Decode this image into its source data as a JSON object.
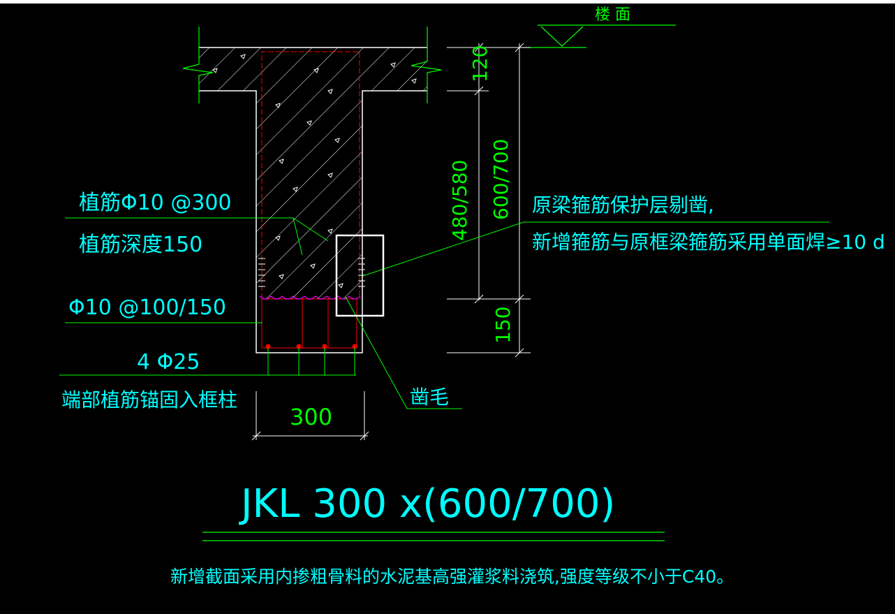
{
  "drawing": {
    "floor_label": "楼 面",
    "label_rebar_plant": "植筋Φ10 @300",
    "label_plant_depth": "植筋深度150",
    "label_stirrup": "Φ10 @100/150",
    "label_main_bar": "4 Φ25",
    "label_end_anchor": "端部植筋锚固入框柱",
    "label_roughen": "凿毛",
    "note_line1": "原梁箍筋保护层剔凿,",
    "note_line2": "新增箍筋与原框梁箍筋采用单面焊≥10 d",
    "dim_slab": "120",
    "dim_beam_total": "600/700",
    "dim_beam_web": "480/580",
    "dim_bottom": "150",
    "dim_width": "300",
    "section_title": "JKL 300 x(600/700)",
    "footnote": "新增截面采用内掺粗骨料的水泥基高强灌浆料浇筑,强度等级不小于C40。"
  },
  "colors": {
    "background": "#000000",
    "outline": "#ffffff",
    "hatch": "#ffffff",
    "leader": "#00ff00",
    "text_cyan": "#00ffff",
    "text_green": "#00ff00",
    "rebar": "#ff0000",
    "roughen": "#ff00ff",
    "highlight_box": "#ffffff"
  }
}
